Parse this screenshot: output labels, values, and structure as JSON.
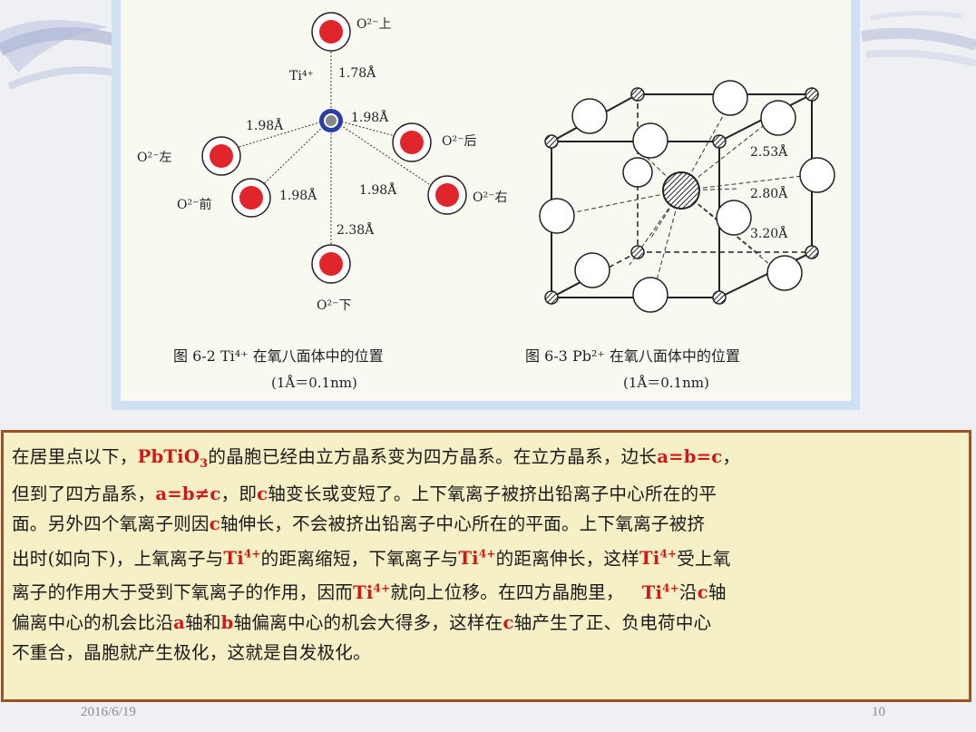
{
  "figure_left": {
    "caption": "图 6-2   Ti⁴⁺ 在氧八面体中的位置",
    "unit_note": "(1Å＝0.1nm)",
    "center_label": "Ti⁴⁺",
    "labels": {
      "o_top": "O²⁻上",
      "o_left": "O²⁻左",
      "o_front": "O²⁻前",
      "o_back": "O²⁻后",
      "o_right": "O²⁻右",
      "o_bottom": "O²⁻下"
    },
    "distances": {
      "top": "1.78Å",
      "upper_left": "1.98Å",
      "upper_right": "1.98Å",
      "lower_left": "1.98Å",
      "lower_right": "1.98Å",
      "bottom": "2.38Å"
    }
  },
  "figure_right": {
    "caption": "图 6-3   Pb²⁺ 在氧八面体中的位置",
    "unit_note": "(1Å＝0.1nm)",
    "distances": [
      "2.53Å",
      "2.80Å",
      "3.20Å"
    ]
  },
  "body_text": {
    "l1_a": "在居里点以下，",
    "l1_formula_base": "PbTiO",
    "l1_formula_sub": "3",
    "l1_b": "的晶胞已经由立方晶系变为四方晶系。在立方晶系，边长",
    "l1_eq": "a=b=c",
    "l1_c": "，",
    "l2_a": "但到了四方晶系，",
    "l2_eq": "a=b≠c",
    "l2_b": "，即",
    "l2_c_axis": "c",
    "l2_c": "轴变长或变短了。上下氧离子被挤出铅离子中心所在的平",
    "l3_a": "面。另外四个氧离子则因",
    "l3_c_axis": "c",
    "l3_b": "轴伸长，不会被挤出铅离子中心所在的平面。上下氧离子被挤",
    "l4_a": "出时(如向下)，上氧离子与",
    "ti_base": "Ti",
    "ti_sup": "4+",
    "l4_b": "的距离缩短，下氧离子与",
    "l4_c": "的距离伸长，这样",
    "l4_d": "受上氧",
    "l5_a": "离子的作用大于受到下氧离子的作用，因而",
    "l5_b": "就向上位移。在四方晶胞里，",
    "l5_c": "沿",
    "l5_c_axis": "c",
    "l5_d": "轴",
    "l6_a": "偏离中心的机会比沿",
    "l6_a_axis": "a",
    "l6_b": "轴和",
    "l6_b_axis": "b",
    "l6_c": "轴偏离中心的机会大得多，这样在",
    "l6_c_axis": "c",
    "l6_d": "轴产生了正、负电荷中心",
    "l7": "不重合，晶胞就产生极化，这就是自发极化。"
  },
  "footer": {
    "date": "2016/6/19",
    "page": "10"
  },
  "colors": {
    "highlight": "#d01818",
    "box_border": "#9c5424",
    "box_fill": "#f6f0c6",
    "frame": "#cfe0f4",
    "oxygen": "#e0262a",
    "titanium_ring": "#2a3ea8"
  }
}
